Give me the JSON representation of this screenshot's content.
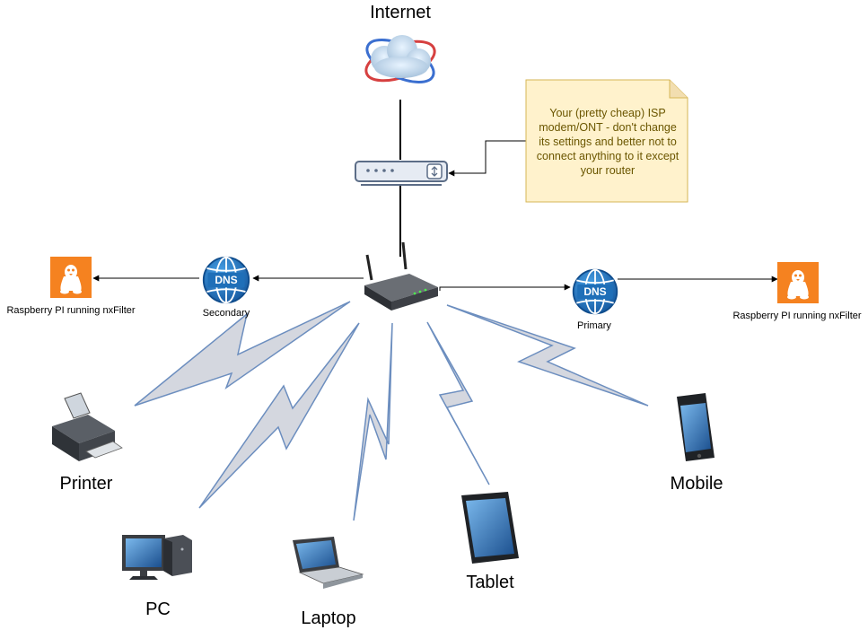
{
  "labels": {
    "internet": "Internet",
    "note": "Your (pretty cheap) ISP modem/ONT - don't change its settings and better not to connect anything to it except your router",
    "pi_left": "Raspberry PI running nxFilter",
    "pi_right": "Raspberry PI running nxFilter",
    "dns_secondary": "Secondary",
    "dns_primary": "Primary",
    "dns_icon_text": "DNS",
    "printer": "Printer",
    "pc": "PC",
    "laptop": "Laptop",
    "tablet": "Tablet",
    "mobile": "Mobile"
  },
  "colors": {
    "note_fill": "#fff2cc",
    "note_stroke": "#d6b656",
    "note_text": "#6b5600",
    "bolt_fill": "#d4d7df",
    "bolt_stroke": "#6c8ebf",
    "dns_blue": "#1f6fb8",
    "linux_orange": "#f58220"
  },
  "icons": {
    "internet": "cloud-icon",
    "modem": "modem-icon",
    "router": "wireless-router-icon",
    "dns": "dns-globe-icon",
    "pi": "linux-penguin-icon",
    "printer": "printer-icon",
    "pc": "desktop-pc-icon",
    "laptop": "laptop-icon",
    "tablet": "tablet-icon",
    "mobile": "smartphone-icon"
  }
}
